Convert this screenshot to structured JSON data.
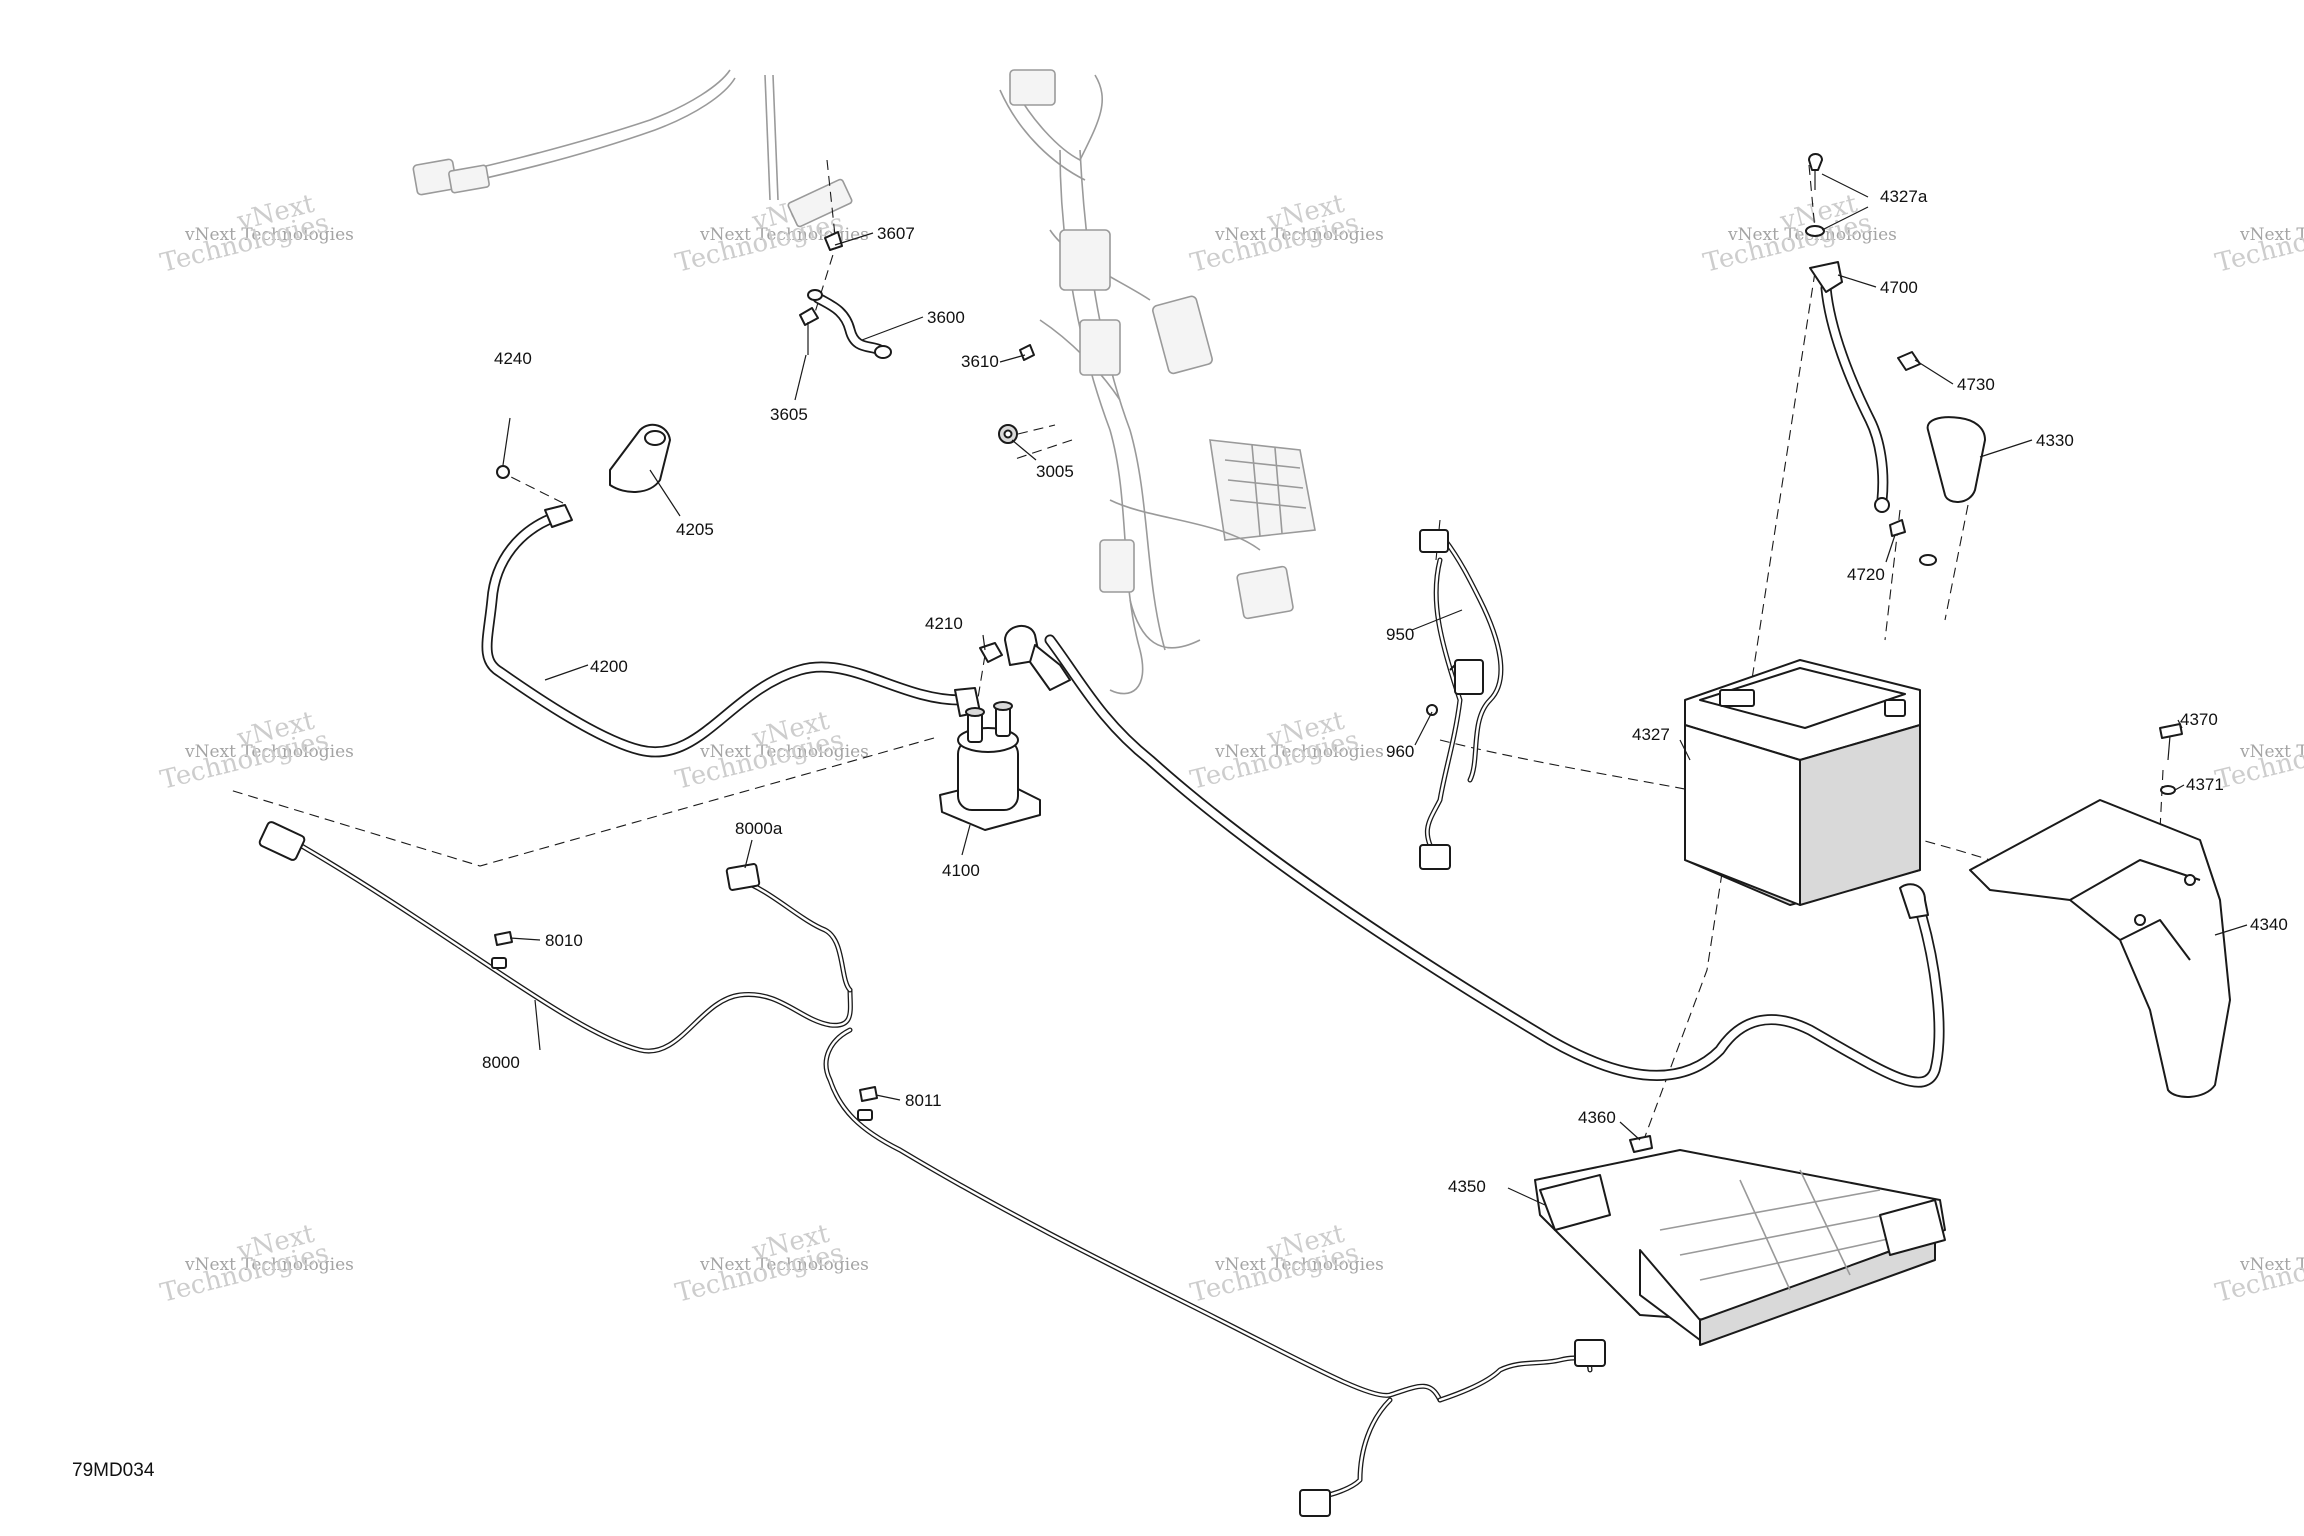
{
  "diagram_code": "79MD034",
  "watermark": {
    "line1": "vNext Technologies",
    "line2": "Technologies",
    "line3": "vNext"
  },
  "parts": [
    {
      "id": "p3607",
      "label": "3607"
    },
    {
      "id": "p3600",
      "label": "3600"
    },
    {
      "id": "p3605",
      "label": "3605"
    },
    {
      "id": "p3610",
      "label": "3610"
    },
    {
      "id": "p3005",
      "label": "3005"
    },
    {
      "id": "p4240",
      "label": "4240"
    },
    {
      "id": "p4205",
      "label": "4205"
    },
    {
      "id": "p4200",
      "label": "4200"
    },
    {
      "id": "p4210",
      "label": "4210"
    },
    {
      "id": "p4100",
      "label": "4100"
    },
    {
      "id": "p950",
      "label": "950"
    },
    {
      "id": "p960",
      "label": "960"
    },
    {
      "id": "p4327a",
      "label": "4327a"
    },
    {
      "id": "p4700",
      "label": "4700"
    },
    {
      "id": "p4730",
      "label": "4730"
    },
    {
      "id": "p4330",
      "label": "4330"
    },
    {
      "id": "p4720",
      "label": "4720"
    },
    {
      "id": "p4327",
      "label": "4327"
    },
    {
      "id": "p4370",
      "label": "4370"
    },
    {
      "id": "p4371",
      "label": "4371"
    },
    {
      "id": "p4340",
      "label": "4340"
    },
    {
      "id": "p8000a",
      "label": "8000a"
    },
    {
      "id": "p8010",
      "label": "8010"
    },
    {
      "id": "p8000",
      "label": "8000"
    },
    {
      "id": "p8011",
      "label": "8011"
    },
    {
      "id": "p4360",
      "label": "4360"
    },
    {
      "id": "p4350",
      "label": "4350"
    }
  ]
}
